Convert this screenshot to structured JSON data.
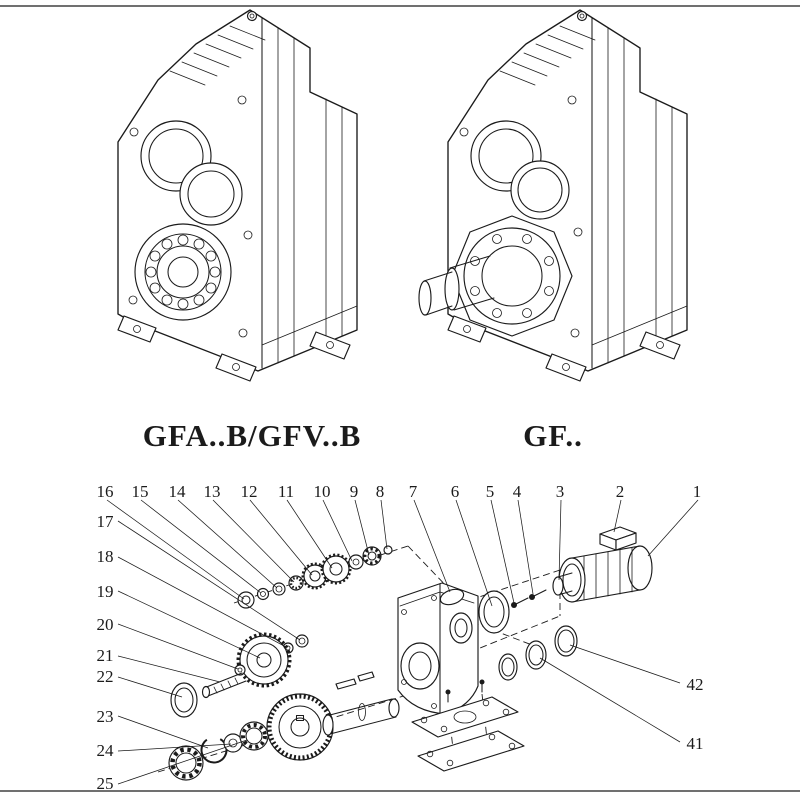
{
  "page": {
    "paper_color": "#ffffff",
    "ink_color": "#1b1b1b",
    "captions": {
      "left": "GFA..B/GFV..B",
      "right": "GF.."
    }
  },
  "exploded_view": {
    "callouts_top": [
      "16",
      "15",
      "14",
      "13",
      "12",
      "11",
      "10",
      "9",
      "8",
      "7",
      "6",
      "5",
      "4",
      "3",
      "2",
      "1"
    ],
    "callouts_left": [
      "17",
      "18",
      "19",
      "20",
      "21",
      "22",
      "23",
      "24",
      "25"
    ],
    "callouts_right": [
      "42",
      "41"
    ]
  }
}
